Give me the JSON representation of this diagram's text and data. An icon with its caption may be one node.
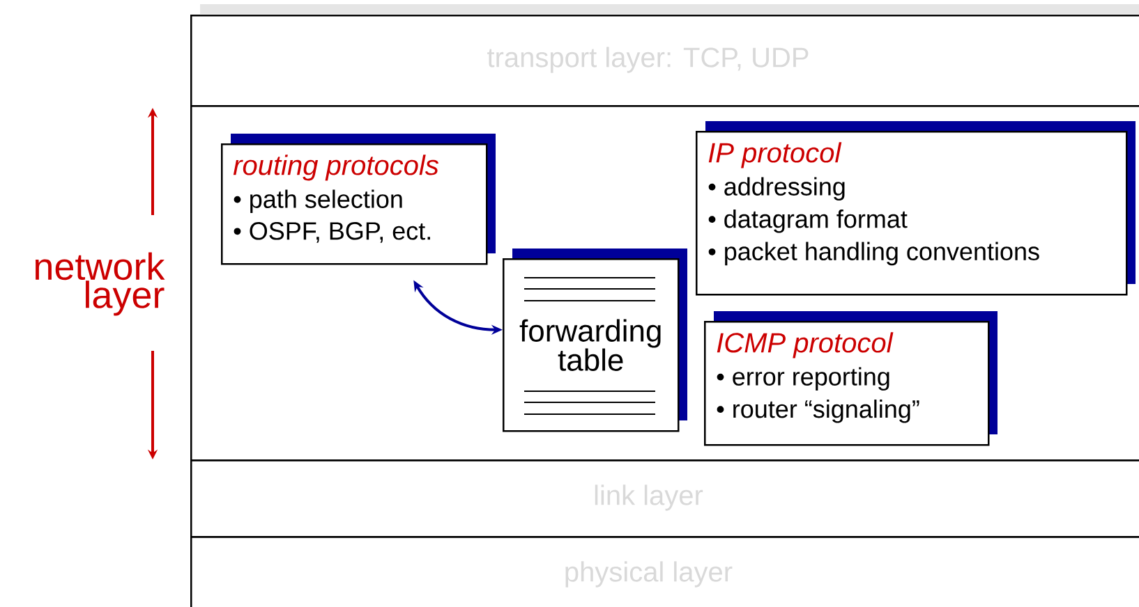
{
  "diagram": {
    "nodes": [
      {
        "text": [
          "transport layer: TCP, UDP"
        ]
      },
      {
        "text": [
          "network layer"
        ]
      },
      {
        "text": [
          "routing protocols",
          "• path selection",
          "• OSPF, BGP, ect."
        ],
        "in": 1
      },
      {
        "text": [
          "forwarding table"
        ],
        "in": 1
      },
      {
        "text": [
          "IP protocol",
          "• addressing",
          "• datagram format",
          "• packet handling conventions"
        ],
        "in": 1
      },
      {
        "text": [
          "ICMP protocol",
          "• error reporting",
          "• router “signaling”"
        ],
        "in": 1
      },
      {
        "text": [
          "link layer"
        ]
      },
      {
        "text": [
          "physical layer"
        ]
      }
    ],
    "edges": [
      {
        "from": 2,
        "to": 3,
        "arrow": "both"
      }
    ]
  }
}
